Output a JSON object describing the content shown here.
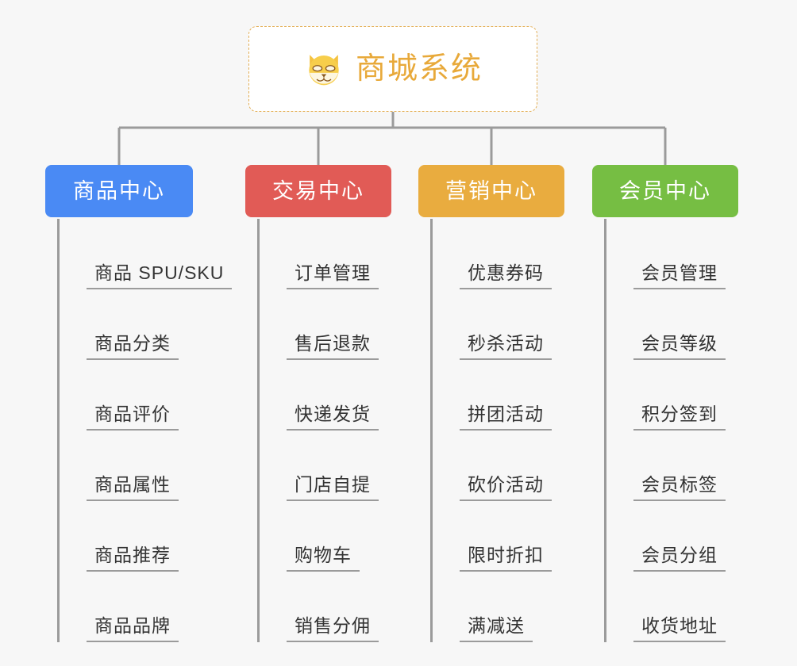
{
  "root": {
    "title": "商城系统",
    "icon": "shiba-dog-icon",
    "border_color": "#e3ae54",
    "text_color": "#e8a93a",
    "background": "#ffffff"
  },
  "canvas": {
    "background": "#f7f7f7",
    "connector_color": "#9b9b9b"
  },
  "branches": [
    {
      "label": "商品中心",
      "color": "#4a8af4",
      "items": [
        "商品 SPU/SKU",
        "商品分类",
        "商品评价",
        "商品属性",
        "商品推荐",
        "商品品牌"
      ]
    },
    {
      "label": "交易中心",
      "color": "#e15b56",
      "items": [
        "订单管理",
        "售后退款",
        "快递发货",
        "门店自提",
        "购物车",
        "销售分佣"
      ]
    },
    {
      "label": "营销中心",
      "color": "#e9ac3f",
      "items": [
        "优惠券码",
        "秒杀活动",
        "拼团活动",
        "砍价活动",
        "限时折扣",
        "满减送"
      ]
    },
    {
      "label": "会员中心",
      "color": "#76be43",
      "items": [
        "会员管理",
        "会员等级",
        "积分签到",
        "会员标签",
        "会员分组",
        "收货地址"
      ]
    }
  ]
}
